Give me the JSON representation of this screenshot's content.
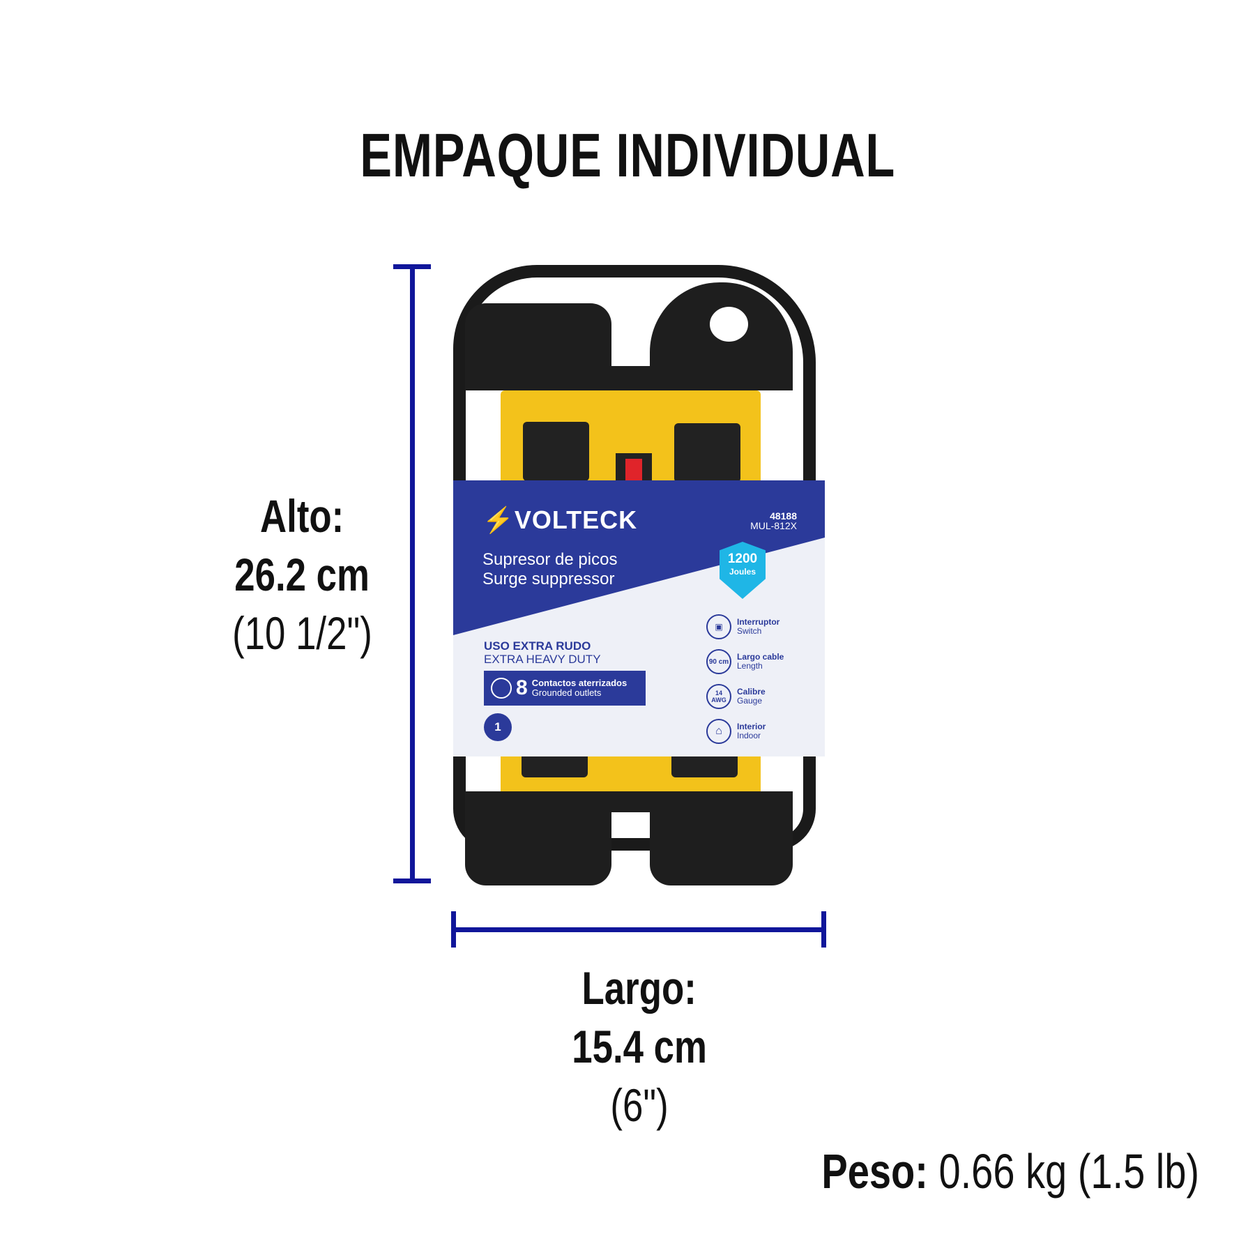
{
  "title": "EMPAQUE INDIVIDUAL",
  "alto": {
    "label": "Alto:",
    "metric": "26.2 cm",
    "imperial": "(10 1/2\")"
  },
  "largo": {
    "label": "Largo:",
    "metric": "15.4 cm",
    "imperial": "(6\")"
  },
  "peso": {
    "label": "Peso:",
    "value": "0.66 kg (1.5 lb)"
  },
  "colors": {
    "dimension_line": "#10169a",
    "package_blue": "#2b3a9a",
    "product_yellow": "#f3c21b",
    "badge": "#1fb6e6"
  },
  "package": {
    "brand": "VOLTECK",
    "code": "48188",
    "model": "MUL-812X",
    "name_es": "Supresor de picos",
    "name_en": "Surge suppressor",
    "joules_value": "1200",
    "joules_unit": "Joules",
    "duty_es": "USO EXTRA RUDO",
    "duty_en": "EXTRA HEAVY DUTY",
    "outlets_count": "8",
    "outlets_es": "Contactos aterrizados",
    "outlets_en": "Grounded outlets",
    "warranty_years": "1",
    "features": [
      {
        "icon": "switch-icon",
        "es": "Interruptor",
        "en": "Switch",
        "badge": ""
      },
      {
        "icon": "cable-length-icon",
        "es": "Largo cable",
        "en": "Length",
        "badge": "90 cm"
      },
      {
        "icon": "gauge-icon",
        "es": "Calibre",
        "en": "Gauge",
        "badge": "14 AWG"
      },
      {
        "icon": "house-icon",
        "es": "Interior",
        "en": "Indoor",
        "badge": ""
      }
    ]
  }
}
